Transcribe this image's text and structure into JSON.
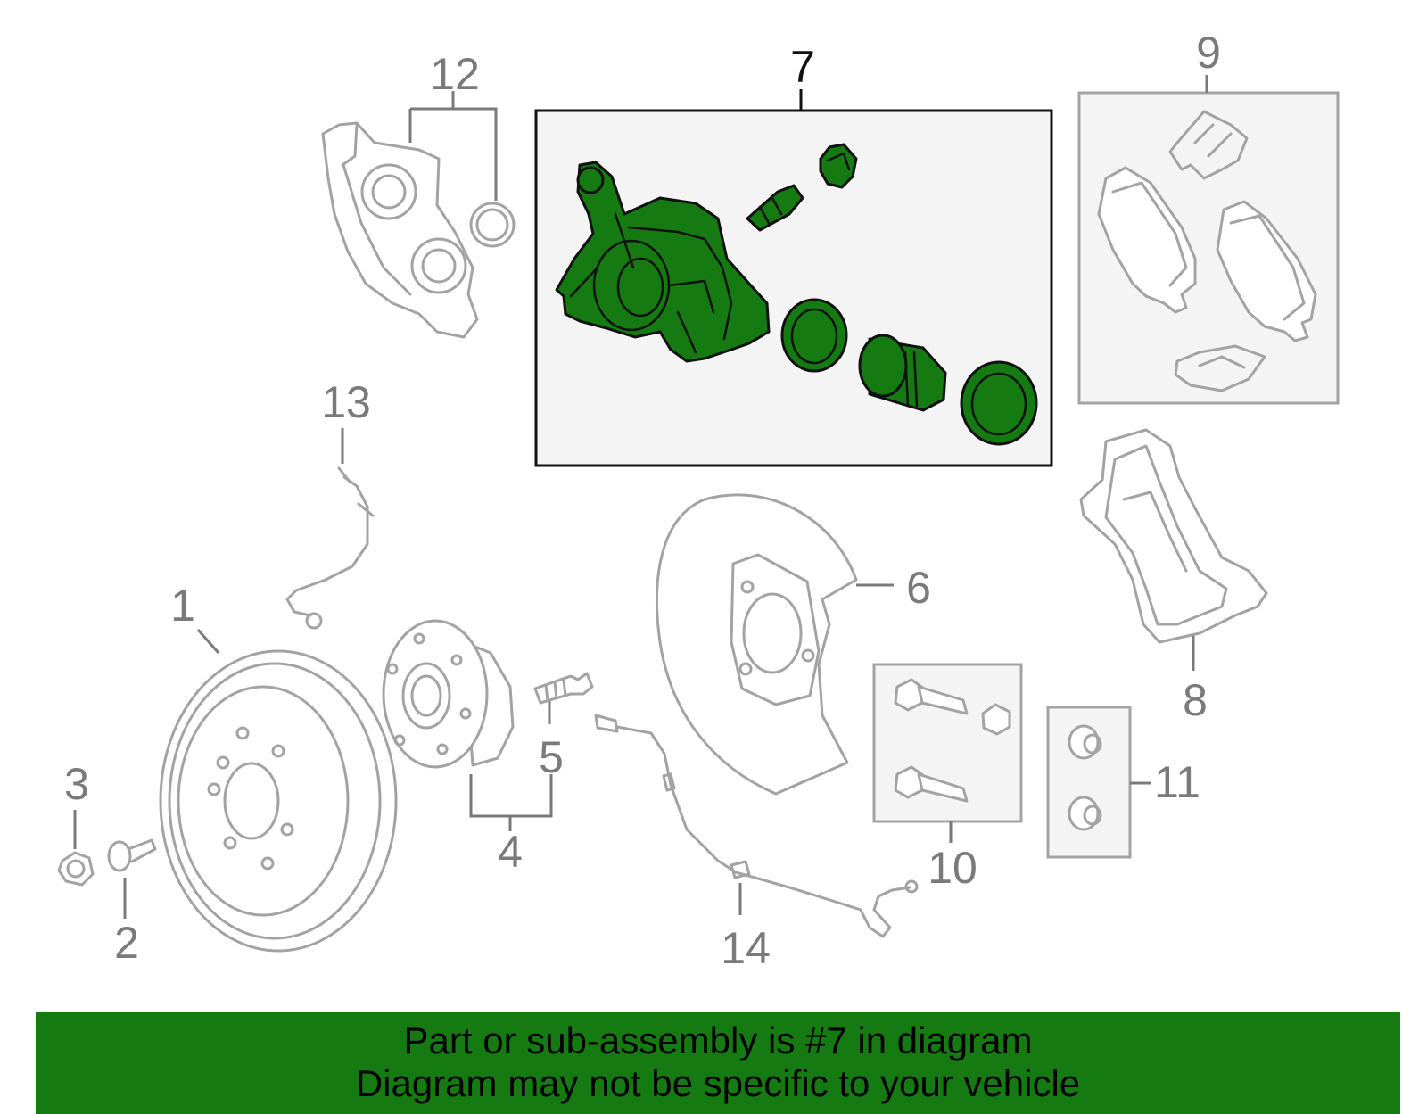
{
  "callouts": {
    "c1": "1",
    "c2": "2",
    "c3": "3",
    "c4": "4",
    "c5": "5",
    "c6": "6",
    "c7": "7",
    "c8": "8",
    "c9": "9",
    "c10": "10",
    "c11": "11",
    "c12": "12",
    "c13": "13",
    "c14": "14"
  },
  "highlighted_part": "7",
  "colors": {
    "highlight": "#157a12",
    "part_outline": "#a3a3a3",
    "banner": "#157a12"
  },
  "banner": {
    "line1": "Part or sub-assembly is #7 in diagram",
    "line2": "Diagram may not be specific to your vehicle"
  }
}
